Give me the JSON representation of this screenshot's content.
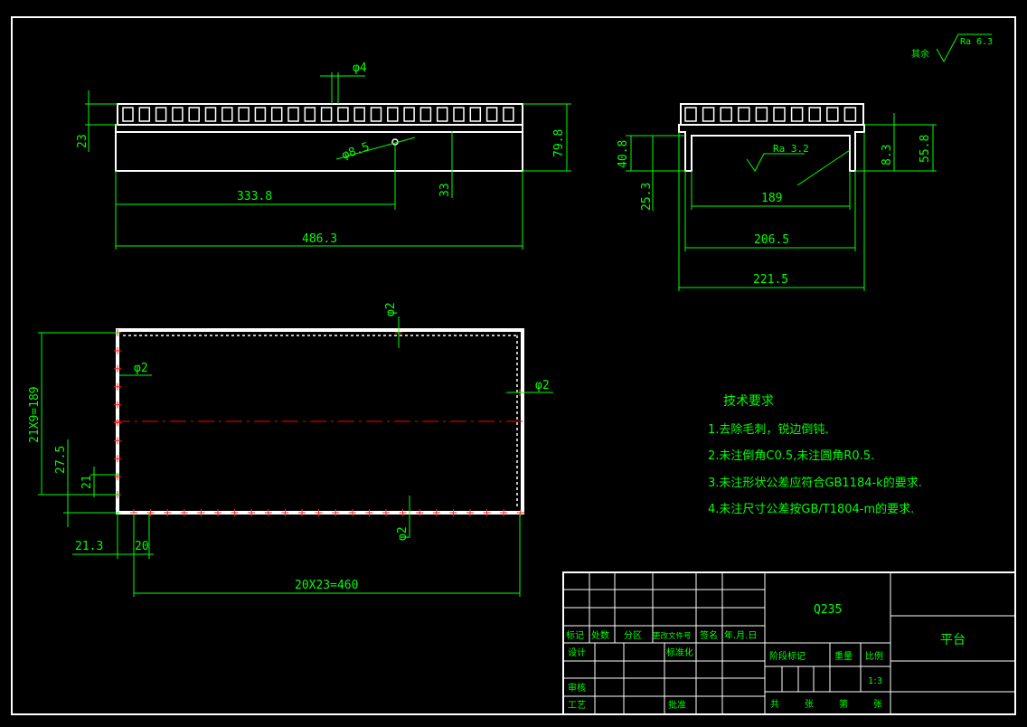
{
  "front_view": {
    "dim_hole_dia": "φ4",
    "dim_height_23": "23",
    "dim_height_79_8": "79.8",
    "dim_center_hole": "φ8.5",
    "dim_333_8": "333.8",
    "dim_33": "33",
    "dim_486_3": "486.3"
  },
  "side_view": {
    "dim_40_8": "40.8",
    "dim_25_3": "25.3",
    "roughness_ra_3_2": "Ra 3.2",
    "dim_189": "189",
    "dim_8_3": "8.3",
    "dim_55_8": "55.8",
    "dim_206_5": "206.5",
    "dim_221_5": "221.5"
  },
  "top_view": {
    "dim_phi2_top": "φ2",
    "dim_phi2_left": "φ2",
    "dim_phi2_right": "φ2",
    "dim_phi2_bottom": "φ2",
    "dim_21x9": "21X9=189",
    "dim_27_5": "27.5",
    "dim_21": "21",
    "dim_21_3": "21.3",
    "dim_20": "20",
    "dim_20x23": "20X23=460"
  },
  "roughness_note": {
    "label": "其余",
    "value": "Ra 6.3"
  },
  "tech_requirements": {
    "title": "技术要求",
    "items": [
      "1.去除毛刺，锐边倒钝.",
      "2.未注倒角C0.5,未注圆角R0.5.",
      "3.未注形状公差应符合GB1184-k的要求.",
      "4.未注尺寸公差按GB/T1804-m的要求."
    ]
  },
  "title_block": {
    "material": "Q235",
    "part_name": "平台",
    "headers": [
      "标记",
      "处数",
      "分区",
      "更改文件号",
      "签名",
      "年.月.日"
    ],
    "design": "设计",
    "standardization": "标准化",
    "review": "审核",
    "process": "工艺",
    "approval": "批准",
    "stage_mark": "阶段标记",
    "weight": "重量",
    "scale": "比例",
    "scale_value": "1:3",
    "total_sheets": "共",
    "sheets": "张",
    "sheet_no": "第",
    "sheet_no_unit": "张"
  }
}
